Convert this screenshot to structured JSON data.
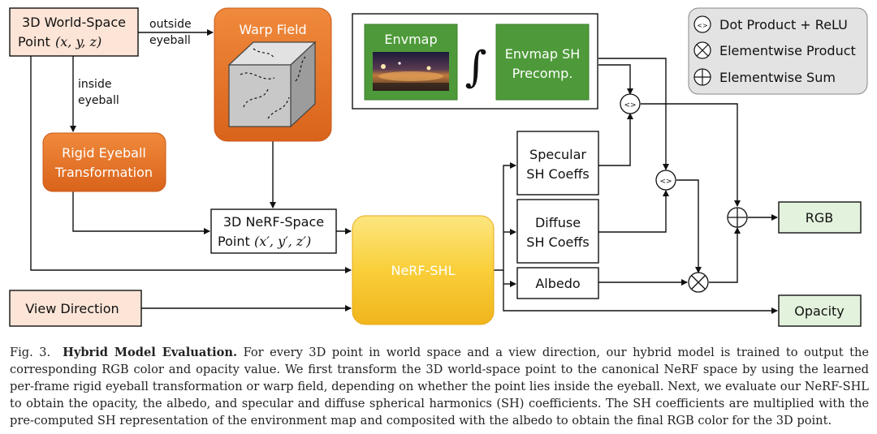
{
  "nodes": {
    "world_point": {
      "line1": "3D World-Space",
      "line2_word": "Point",
      "line2_math": "(x, y, z)"
    },
    "warp_field": {
      "label": "Warp Field"
    },
    "rigid_eyeball": {
      "line1": "Rigid Eyeball",
      "line2": "Transformation"
    },
    "nerf_point": {
      "line1": "3D NeRF-Space",
      "line2_word": "Point",
      "line2_math": "(x′, y′, z′)"
    },
    "nerf_shl": {
      "label": "NeRF-SHL"
    },
    "view_direction": {
      "label": "View Direction"
    },
    "envmap": {
      "label": "Envmap"
    },
    "integral": {
      "symbol": "∫"
    },
    "envmap_sh": {
      "line1": "Envmap SH",
      "line2": "Precomp."
    },
    "specular": {
      "line1": "Specular",
      "line2": "SH Coeffs"
    },
    "diffuse": {
      "line1": "Diffuse",
      "line2": "SH Coeffs"
    },
    "albedo": {
      "label": "Albedo"
    },
    "rgb": {
      "label": "RGB"
    },
    "opacity": {
      "label": "Opacity"
    }
  },
  "edge_labels": {
    "outside_line1": "outside",
    "outside_line2": "eyeball",
    "inside_line1": "inside",
    "inside_line2": "eyeball"
  },
  "operators": {
    "dot": "<>"
  },
  "legend": {
    "dot_product": "Dot Product + ReLU",
    "elementwise_product": "Elementwise Product",
    "elementwise_sum": "Elementwise Sum"
  },
  "colors": {
    "orange": "#e5701e",
    "green": "#4e9a3a",
    "light_green": "#e3f2dc",
    "peach": "#fce4d6",
    "yellow": "#f7c52c"
  },
  "caption": {
    "fig": "Fig. 3.",
    "title": "Hybrid Model Evaluation.",
    "body": "For every 3D point in world space and a view direction, our hybrid model is trained to output the corresponding RGB color and opacity value. We first transform the 3D world-space point to the canonical NeRF space by using the learned per-frame rigid eyeball transformation or warp field, depending on whether the point lies inside the eyeball. Next, we evaluate our NeRF-SHL to obtain the opacity, the albedo, and specular and diffuse spherical harmonics (SH) coefficients. The SH coefficients are multiplied with the pre-computed SH representation of the environment map and composited with the albedo to obtain the final RGB color for the 3D point."
  }
}
